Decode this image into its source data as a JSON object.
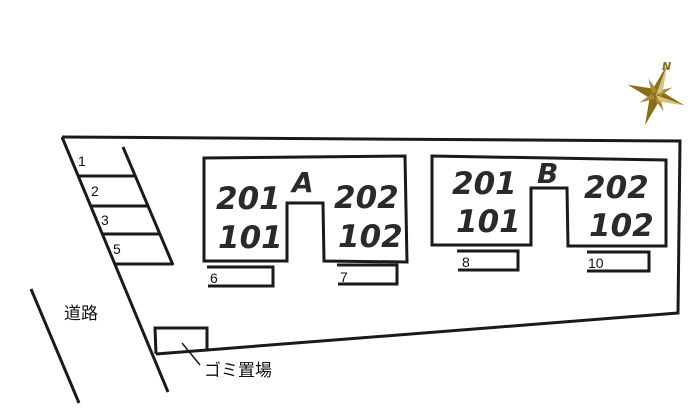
{
  "compass": {
    "label": "N",
    "color": "#8a6d1a"
  },
  "road_label": "道路",
  "garbage_label": "ゴミ置場",
  "parking": [
    "1",
    "2",
    "3",
    "5",
    "6",
    "7",
    "8",
    "10"
  ],
  "buildings": [
    {
      "name": "A",
      "units": [
        "201",
        "101",
        "202",
        "102"
      ]
    },
    {
      "name": "B",
      "units": [
        "201",
        "101",
        "202",
        "102"
      ]
    }
  ]
}
